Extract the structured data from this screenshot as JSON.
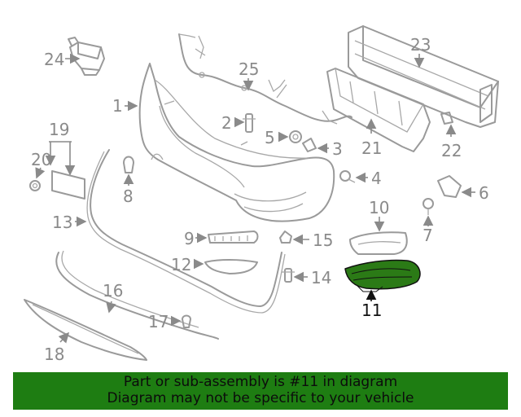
{
  "callouts": {
    "c1": "1",
    "c2": "2",
    "c3": "3",
    "c4": "4",
    "c5": "5",
    "c6": "6",
    "c7": "7",
    "c8": "8",
    "c9": "9",
    "c10": "10",
    "c11": "11",
    "c12": "12",
    "c13": "13",
    "c14": "14",
    "c15": "15",
    "c16": "16",
    "c17": "17",
    "c18": "18",
    "c19": "19",
    "c20": "20",
    "c21": "21",
    "c22": "22",
    "c23": "23",
    "c24": "24",
    "c25": "25"
  },
  "highlight": {
    "part_number": "11",
    "color": "#1e7d12"
  },
  "banner": {
    "line1": "Part or sub-assembly is #11 in diagram",
    "line2": "Diagram may not be specific to your vehicle",
    "background": "#1e7d12"
  }
}
